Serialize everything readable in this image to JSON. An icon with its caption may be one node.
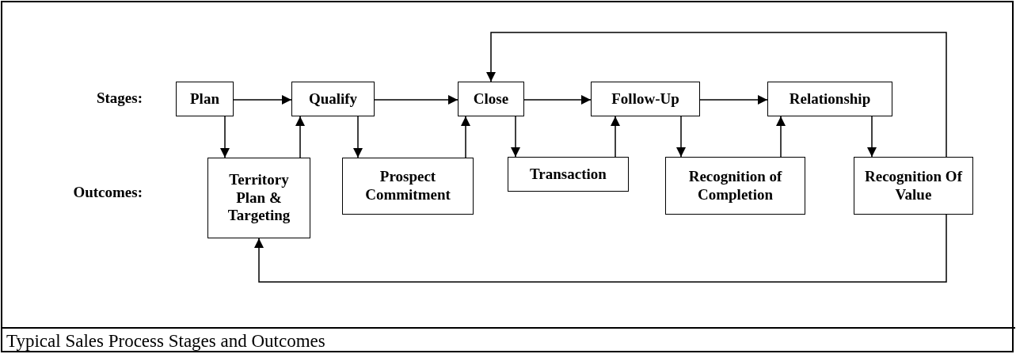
{
  "diagram": {
    "caption": "Typical Sales Process Stages and Outcomes",
    "nodes": [
      {
        "text": [
          "Plan"
        ]
      },
      {
        "text": [
          "Qualify"
        ]
      },
      {
        "text": [
          "Close"
        ]
      },
      {
        "text": [
          "Follow-Up"
        ]
      },
      {
        "text": [
          "Relationship"
        ]
      },
      {
        "text": [
          "Territory Plan & Targeting"
        ]
      },
      {
        "text": [
          "Prospect Commitment"
        ]
      },
      {
        "text": [
          "Transaction"
        ]
      },
      {
        "text": [
          "Recognition of Completion"
        ]
      },
      {
        "text": [
          "Recognition Of Value"
        ]
      }
    ],
    "edges": [
      {
        "from": 0,
        "to": 1,
        "arrow": "to"
      },
      {
        "from": 1,
        "to": 2,
        "arrow": "to"
      },
      {
        "from": 2,
        "to": 3,
        "arrow": "to"
      },
      {
        "from": 3,
        "to": 4,
        "arrow": "to"
      },
      {
        "from": 0,
        "to": 5,
        "arrow": "to"
      },
      {
        "from": 5,
        "to": 1,
        "arrow": "to"
      },
      {
        "from": 1,
        "to": 6,
        "arrow": "to"
      },
      {
        "from": 6,
        "to": 2,
        "arrow": "to"
      },
      {
        "from": 2,
        "to": 7,
        "arrow": "to"
      },
      {
        "from": 7,
        "to": 3,
        "arrow": "to"
      },
      {
        "from": 3,
        "to": 8,
        "arrow": "to"
      },
      {
        "from": 8,
        "to": 4,
        "arrow": "to"
      },
      {
        "from": 4,
        "to": 9,
        "arrow": "to"
      },
      {
        "from": 9,
        "to": 2,
        "arrow": "to"
      },
      {
        "from": 9,
        "to": 5,
        "arrow": "to"
      }
    ],
    "labels": [
      "Stages:",
      "Outcomes:"
    ]
  }
}
